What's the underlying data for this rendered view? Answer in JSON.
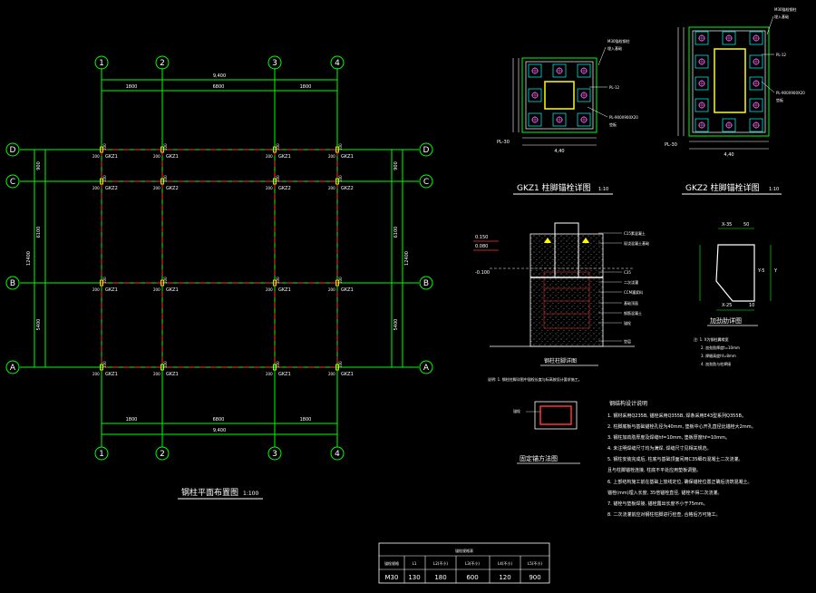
{
  "plan": {
    "title": "钢柱平面布置图",
    "scale": "1:100",
    "axes_num": [
      "1",
      "2",
      "3",
      "4"
    ],
    "axes_letter": [
      "D",
      "C",
      "B",
      "A"
    ],
    "dim_total": "9,400",
    "dims_bays": [
      "1800",
      "6800",
      "1800"
    ],
    "dims_rows": [
      "900",
      "6100",
      "5400"
    ],
    "dims_rows_right": [
      "900",
      "6100",
      "5400"
    ],
    "dim_total_v": "12400",
    "col_label_200": "200",
    "col_label_100": "100",
    "gkz1": "GKZ1",
    "gkz2": "GKZ2"
  },
  "detail1": {
    "title": "GKZ1   柱脚锚栓详图",
    "scale": "1:10",
    "notes": [
      "M30锚栓钢柱",
      "埋入基础",
      "PL-12",
      "PL-900X900X20",
      "垫板"
    ],
    "dim_bottom": "4,40",
    "left_label": "PL-30"
  },
  "detail2": {
    "title": "GKZ2   柱脚锚栓详图",
    "scale": "1:10",
    "notes": [
      "M30锚栓钢柱",
      "埋入基础",
      "PL-12",
      "PL-900X900X20",
      "垫板"
    ],
    "dim_bottom": "4,40",
    "left_label": "PL-30"
  },
  "section": {
    "levels": [
      "0.150",
      "0.080",
      "-0.100"
    ],
    "title": "钢柱柱脚详图",
    "note": "说明: 1. 钢柱柱脚详图中锚栓长度与标高按设计要求施工。",
    "callouts": [
      "C15素混凝土",
      "现浇混凝土基础",
      "C35",
      "二次浇灌",
      "CCM灌浆料",
      "基础顶面",
      "钢筋混凝土",
      "锚栓",
      "垫层"
    ]
  },
  "stiffener": {
    "title": "加劲肋详图",
    "dims": [
      "X-35",
      "50",
      "Y-5",
      "Y",
      "X-25",
      "10"
    ],
    "notes": [
      "注: 1. X为钢柱翼缘宽",
      "2. 加劲肋厚度t=10mm",
      "3. 焊缝高度hf=8mm",
      "4. 加劲肋与柱焊接"
    ]
  },
  "fixing": {
    "title": "固定锚方法图",
    "label": "锚栓"
  },
  "notes": {
    "title": "钢结构设计说明",
    "items": [
      "1. 钢材采用Q235B, 锚栓采用Q355B, 焊条采用E43型系列Q355B。",
      "2. 柱脚底板与基础锚栓孔径为40mm, 垫板中心开孔直径比锚栓大2mm。",
      "3. 钢柱加劲肋厚度及焊缝hf=10mm, 垫板厚度hf=10mm。",
      "4. 未注明焊缝尺寸均为满焊, 焊缝尺寸见相关规范。",
      "5. 钢柱安装完成后, 柱底与基础顶面间用C35细石混凝土二次浇灌。",
      "   且与柱脚锚栓连接, 柱底不平处应用垫板调整。",
      "6. 上部结构施工前在基础上放线定位, 确保锚栓位置正确后浇筑混凝土。",
      "   锚栓(mm)埋入长度, 35倍锚栓直径, 锚栓不得二次浇灌。",
      "7. 锚栓与垫板焊接, 锚栓露出长度不小于75mm。",
      "8. 二次浇灌前应对钢柱柱脚进行检查, 合格后方可施工。"
    ]
  },
  "table": {
    "title": "锚栓规格表",
    "headers": [
      "锚栓规格",
      "L1",
      "L2(不小)",
      "L3(不小)",
      "L4(不小)",
      "L5(不小)"
    ],
    "row": [
      "M30",
      "130",
      "180",
      "600",
      "120",
      "900"
    ]
  }
}
